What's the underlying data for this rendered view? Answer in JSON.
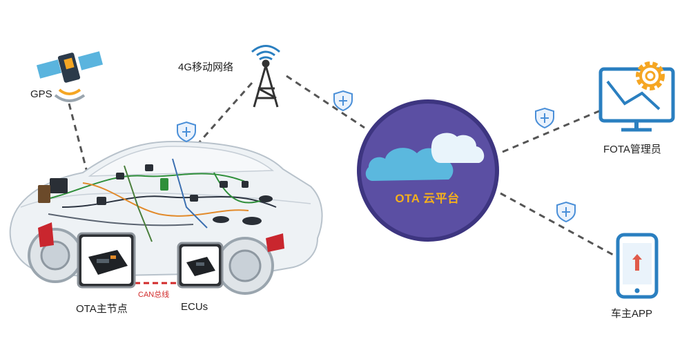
{
  "nodes": {
    "gps": "GPS",
    "network": "4G移动网络",
    "platform": "OTA 云平台",
    "admin": "FOTA管理员",
    "app": "车主APP",
    "main_node": "OTA主节点",
    "ecus": "ECUs",
    "can_bus": "CAN总线"
  },
  "colors": {
    "platform_circle": "#5b4fa3",
    "platform_ring": "#3d3580",
    "cloud": "#5bb8de",
    "accent_orange": "#f5a623",
    "icon_blue": "#2a7fc0",
    "shield": "#4a8fd8",
    "can_bus": "#d12a2a",
    "link_line": "#555555"
  },
  "icons": [
    "satellite-icon",
    "radio-tower-icon",
    "cloud-icon",
    "monitor-gear-icon",
    "smartphone-icon",
    "shield-icon",
    "car-illustration",
    "ecu-module-icon"
  ]
}
